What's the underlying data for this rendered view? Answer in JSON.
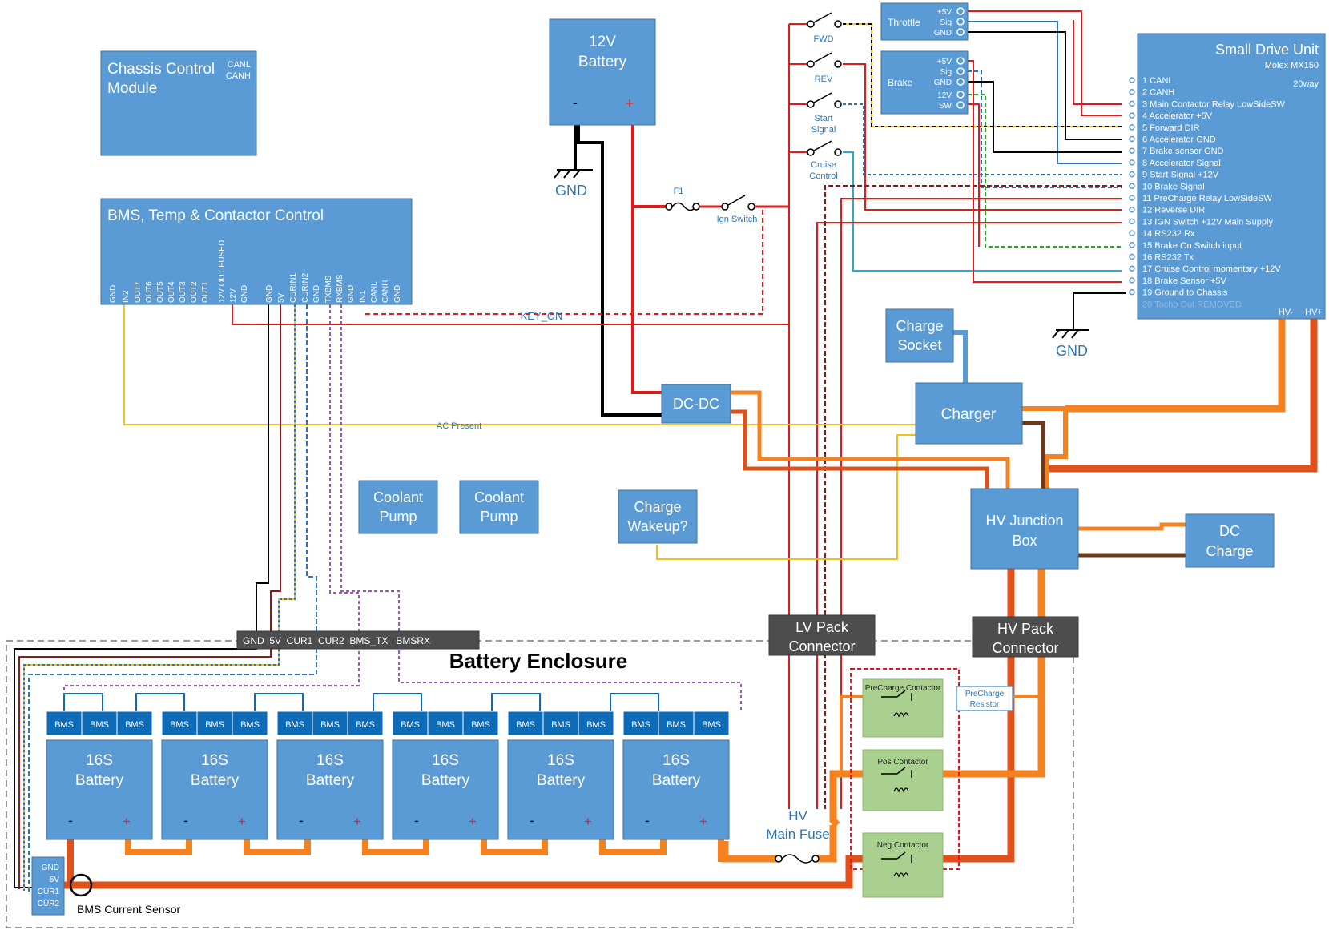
{
  "title": "Battery Enclosure",
  "chassis": {
    "title_l1": "Chassis Control",
    "title_l2": "Module",
    "pins": [
      "CANL",
      "CANH"
    ]
  },
  "battery12v": {
    "l1": "12V",
    "l2": "Battery",
    "neg": "-",
    "pos": "+"
  },
  "gnd_label": "GND",
  "fuse_label": "F1",
  "ign_label": "Ign Switch",
  "key_on": "KEY_ON",
  "ac_present": "AC Present",
  "bms_ctrl": {
    "title": "BMS, Temp & Contactor Control",
    "pins": [
      "GND",
      "IN2",
      "OUT7",
      "OUT6",
      "OUT5",
      "OUT4",
      "OUT3",
      "OUT2",
      "OUT1",
      "12V OUT FUSED",
      "12V",
      "GND",
      "GND",
      "5V",
      "CURIN1",
      "CURIN2",
      "GND",
      "TXBMS",
      "RXBMS",
      "GND",
      "IN1",
      "CANL",
      "CANH",
      "GND"
    ]
  },
  "switches": {
    "fwd": "FWD",
    "rev": "REV",
    "start_l1": "Start",
    "start_l2": "Signal",
    "cruise_l1": "Cruise",
    "cruise_l2": "Control"
  },
  "throttle": {
    "title": "Throttle",
    "pins": [
      "+5V",
      "Sig",
      "GND"
    ]
  },
  "brake": {
    "title": "Brake",
    "pins": [
      "+5V",
      "Sig",
      "GND",
      "12V",
      "SW"
    ]
  },
  "drive_unit": {
    "title": "Small Drive Unit",
    "subtitle": "Molex MX150",
    "way": "20way",
    "pins": [
      "1 CANL",
      "2 CANH",
      "3 Main Contactor Relay LowSideSW",
      "4 Accelerator +5V",
      "5 Forward DIR",
      "6 Accelerator GND",
      "7 Brake sensor GND",
      "8 Accelerator Signal",
      "9 Start Signal +12V",
      "10 Brake Signal",
      "11 PreCharge Relay LowSideSW",
      "12 Reverse DIR",
      "13 IGN Switch +12V Main Supply",
      "14 RS232 Rx",
      "15 Brake On Switch input",
      "16 RS232 Tx",
      "17 Cruise Control momentary +12V",
      "18 Brake Sensor +5V",
      "19 Ground to Chassis",
      "20 Tacho Out  REMOVED"
    ],
    "hv_neg": "HV-",
    "hv_pos": "HV+"
  },
  "charge_socket": {
    "l1": "Charge",
    "l2": "Socket"
  },
  "charger": "Charger",
  "dcdc": "DC-DC",
  "coolant1": {
    "l1": "Coolant",
    "l2": "Pump"
  },
  "coolant2": {
    "l1": "Coolant",
    "l2": "Pump"
  },
  "wakeup": {
    "l1": "Charge",
    "l2": "Wakeup?"
  },
  "hv_junction": {
    "l1": "HV Junction",
    "l2": "Box"
  },
  "dc_charge": {
    "l1": "DC",
    "l2": "Charge"
  },
  "lv_pack": {
    "l1": "LV Pack",
    "l2": "Connector"
  },
  "hv_pack": {
    "l1": "HV Pack",
    "l2": "Connector"
  },
  "connector_strip": "GND  5V  CUR1  CUR2  BMS_TX   BMSRX",
  "contactors": {
    "precharge": "PreCharge Contactor",
    "pos": "Pos Contactor",
    "neg": "Neg Contactor"
  },
  "precharge_resistor": {
    "l1": "PreCharge",
    "l2": "Resistor"
  },
  "main_fuse": {
    "l1": "HV",
    "l2": "Main Fuse"
  },
  "bms_label": "BMS",
  "battery_module": {
    "l1": "16S",
    "l2": "Battery",
    "neg": "-",
    "pos": "+"
  },
  "current_sensor": {
    "pins": [
      "GND",
      "5V",
      "CUR1",
      "CUR2"
    ],
    "label": "BMS Current Sensor"
  },
  "colors": {
    "box": "#5b9bd5",
    "dark": "#4d4d4d",
    "contactor": "#a9d08e",
    "bms": "#0e6bb8",
    "hv": "#f58220",
    "hv_dark": "#e0501b",
    "lv_red": "#e31a1c",
    "brown": "#6b3a1e",
    "ac": "#f0c020"
  }
}
